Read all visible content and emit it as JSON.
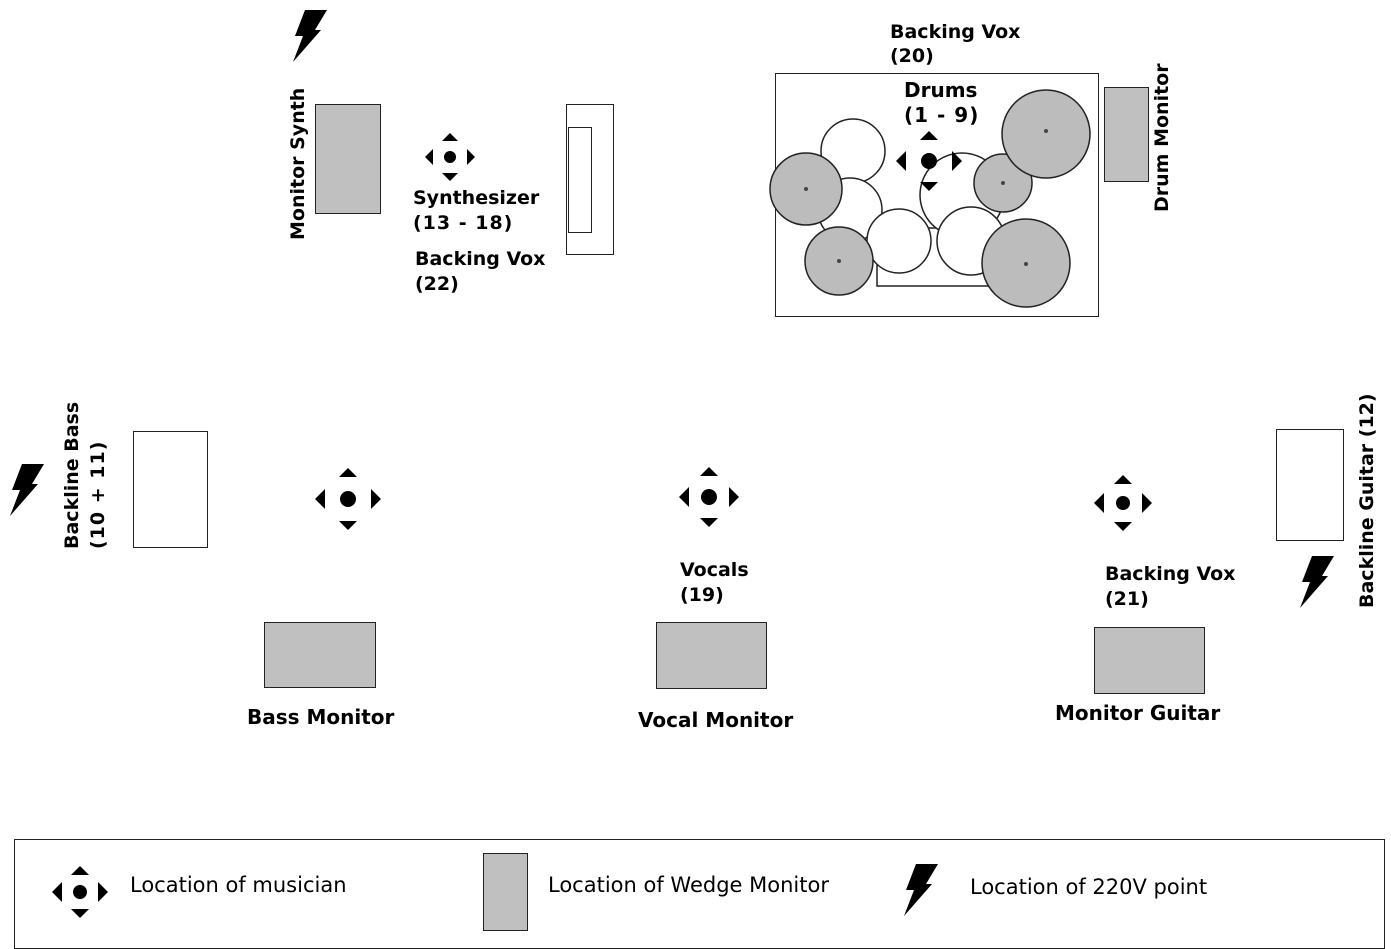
{
  "labels": {
    "monitor_synth": "Monitor Synth",
    "synth_l1": "Synthesizer",
    "synth_l2": "(13 - 18)",
    "backing22_l1": "Backing Vox",
    "backing22_l2": "(22)",
    "backing20_l1": "Backing Vox",
    "backing20_l2": "(20)",
    "drums_l1": "Drums",
    "drums_l2": "(1 - 9)",
    "drum_monitor": "Drum Monitor",
    "backline_bass_l1": "Backline Bass",
    "backline_bass_l2": "(10 + 11)",
    "vocals_l1": "Vocals",
    "vocals_l2": "(19)",
    "backing21_l1": "Backing Vox",
    "backing21_l2": "(21)",
    "backline_guitar": "Backline Guitar (12)",
    "bass_monitor": "Bass Monitor",
    "vocal_monitor": "Vocal Monitor",
    "monitor_guitar": "Monitor Guitar"
  },
  "legend": {
    "musician": "Location of musician",
    "wedge": "Location of Wedge Monitor",
    "power": "Location of 220V point"
  },
  "colors": {
    "monitor_fill": "#c0c0c0",
    "cymbal_fill": "#bcbcbc",
    "outline": "#222222"
  },
  "icons": {
    "musician": "musician-position-icon",
    "power": "lightning-bolt-icon"
  }
}
